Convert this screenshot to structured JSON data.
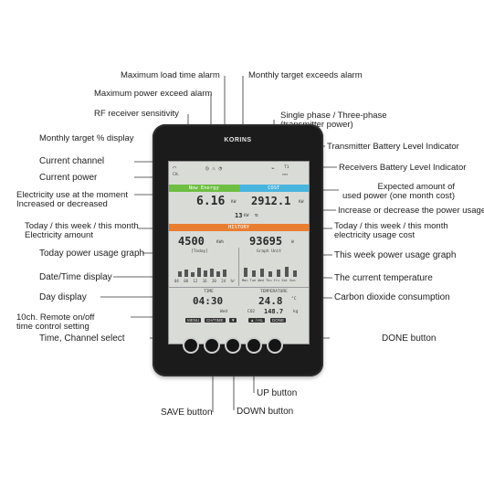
{
  "labels": {
    "max_load_time_alarm": "Maximum load time alarm",
    "monthly_target_exceeds_alarm": "Monthly target exceeds alarm",
    "max_power_exceed_alarm": "Maximum power exceed alarm",
    "rf_receiver_sensitivity": "RF receiver sensitivity",
    "phase_line1": "Single phase / Three-phase",
    "phase_line2": "(transmitter power)",
    "monthly_target_pct": "Monthly target % display",
    "transmitter_battery": "Transmitter Battery Level Indicator",
    "current_channel": "Current channel",
    "receivers_battery": "Receivers Battery Level Indicator",
    "current_power": "Current power",
    "expected_amount_line1": "Expected amount of",
    "expected_amount_line2": "used power (one month cost)",
    "electricity_use_line1": "Electricity use at the moment",
    "electricity_use_line2": "Increased or decreased",
    "increase_decrease_usage": "Increase or decrease the power usage",
    "today_week_month_left_1": "Today / this week / this month",
    "today_week_month_left_2": "Electricity amount",
    "today_week_month_right_1": "Today / this week / this month",
    "today_week_month_right_2": "electricity usage cost",
    "today_graph": "Today power usage graph",
    "week_graph": "This week power usage graph",
    "date_time_display": "Date/Time display",
    "current_temperature": "The current temperature",
    "day_display": "Day display",
    "co2_consumption": "Carbon dioxide consumption",
    "remote_line1": "10ch. Remote on/off",
    "remote_line2": "time control setting",
    "time_channel_select": "Time, Channel select",
    "done_button": "DONE button",
    "up_button": "UP button",
    "save_button": "SAVE button",
    "down_button": "DOWN button"
  },
  "device": {
    "brand": "KORINS",
    "screen": {
      "channel": "CH.",
      "t1": "T1",
      "now_energy": "Now Energy",
      "cost": "COST",
      "current_power_value": "6.16",
      "current_power_unit": "KW",
      "cost_value": "2912.1",
      "cost_unit": "KW",
      "delta_value": "13",
      "delta_unit": "KW",
      "history": "HISTORY",
      "energy_value": "4500",
      "energy_unit": "KWh",
      "cost_hist_value": "93695",
      "cost_hist_unit": "W",
      "today_tag": "[Today]",
      "week_tag": "Graph Unit",
      "today_axis": [
        "04",
        "08",
        "12",
        "16",
        "20",
        "24 hr"
      ],
      "week_axis": [
        "Mon",
        "Tue",
        "Wed",
        "Thu",
        "Fri",
        "Sat",
        "Sun"
      ],
      "time_label": "TIME",
      "time_value": "04:30",
      "temp_label": "TEMPERATURE",
      "temp_value": "24.8",
      "day_value": "Wed",
      "co2_label": "CO2",
      "co2_value": "148.7",
      "co2_unit": "kg"
    },
    "keys": [
      "MENU",
      "CH/TIME",
      "▼",
      "▲ / HL",
      "DONE"
    ]
  },
  "colors": {
    "now_energy_band": "#6fbe44",
    "cost_band": "#49b5df",
    "history_band": "#e97e30"
  }
}
